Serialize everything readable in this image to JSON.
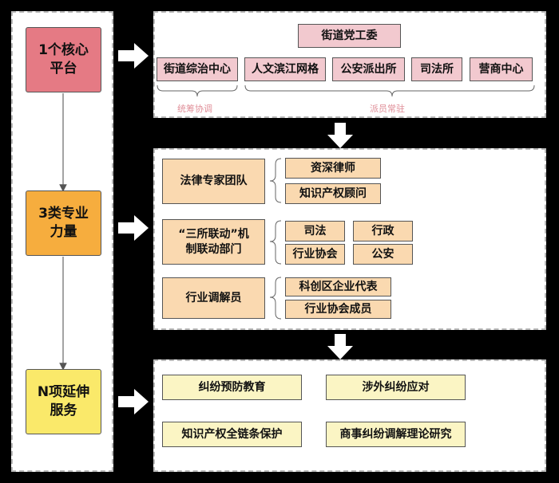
{
  "left": {
    "items": [
      {
        "label": "1个核心\n平台",
        "color": "#e57a84"
      },
      {
        "label": "3类专业\n力量",
        "color": "#f6ad3e"
      },
      {
        "label": "N项延伸\n服务",
        "color": "#fae96a"
      }
    ]
  },
  "platform": {
    "top": "街道党工委",
    "nodes": [
      "街道综治中心",
      "人文滨江网格",
      "公安派出所",
      "司法所",
      "营商中心"
    ],
    "note_left": "统筹协调",
    "note_right": "派员常驻"
  },
  "forces": {
    "groups": [
      {
        "label": "法律专家团队",
        "items": [
          "资深律师",
          "知识产权顾问"
        ]
      },
      {
        "label": "“三所联动”机\n制联动部门",
        "items": [
          "司法",
          "行政",
          "行业协会",
          "公安"
        ]
      },
      {
        "label": "行业调解员",
        "items": [
          "科创区企业代表",
          "行业协会成员"
        ]
      }
    ]
  },
  "services": {
    "items": [
      "纠纷预防教育",
      "涉外纠纷应对",
      "知识产权全链条保护",
      "商事纠纷调解理论研究"
    ]
  }
}
